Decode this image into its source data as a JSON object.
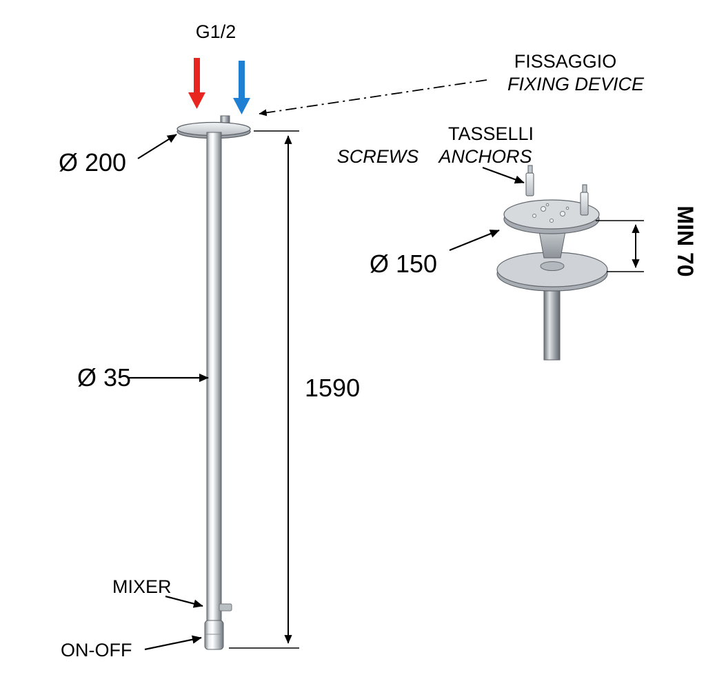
{
  "diagram": {
    "main": {
      "thread_label": "G1/2",
      "fixing_label_it": "FISSAGGIO",
      "fixing_label_en": "FIXING DEVICE",
      "flange_diameter": "Ø 200",
      "column_diameter": "Ø 35",
      "column_height": "1590",
      "mixer_label": "MIXER",
      "onoff_label": "ON-OFF"
    },
    "detail": {
      "anchors_label_it": "TASSELLI",
      "anchors_label_en_1": "SCREWS",
      "anchors_label_en_2": "ANCHORS",
      "plate_diameter": "Ø 150",
      "min_distance": "MIN 70"
    },
    "colors": {
      "hot_arrow": "#e8251f",
      "cold_arrow": "#1f7fd2",
      "line": "#000000"
    }
  }
}
